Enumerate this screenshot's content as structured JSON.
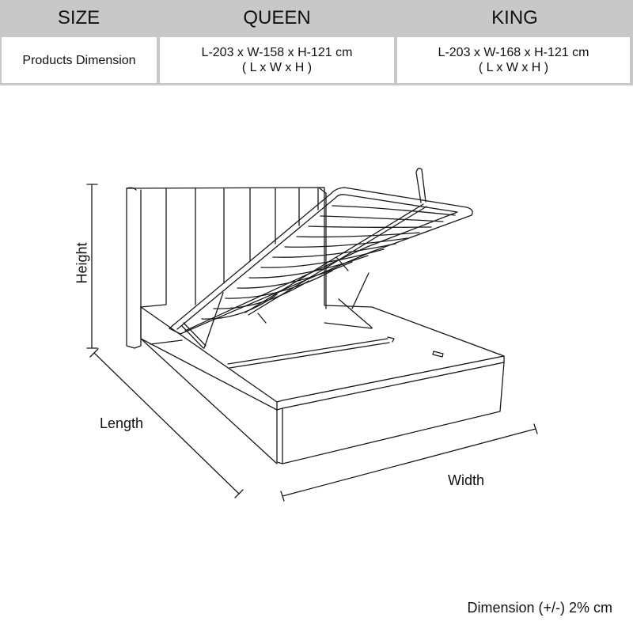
{
  "table": {
    "headers": [
      "SIZE",
      "QUEEN",
      "KING"
    ],
    "rows": [
      {
        "label": "Products Dimension",
        "queen": {
          "dims": "L-203 x W-158 x H-121 cm",
          "legend": "( L x W x H )"
        },
        "king": {
          "dims": "L-203 x W-168 x H-121 cm",
          "legend": "( L x W x H )"
        }
      }
    ],
    "colors": {
      "header_bg": "#c8c8c8",
      "cell_bg": "#ffffff",
      "border": "#c8c8c8"
    }
  },
  "diagram": {
    "subject": "upholstered gas-lift storage bed with winged channel-tufted headboard, base lifted open",
    "labels": {
      "height": "Height",
      "length": "Length",
      "width": "Width"
    }
  },
  "footer": {
    "tolerance": "Dimension (+/-) 2% cm"
  }
}
